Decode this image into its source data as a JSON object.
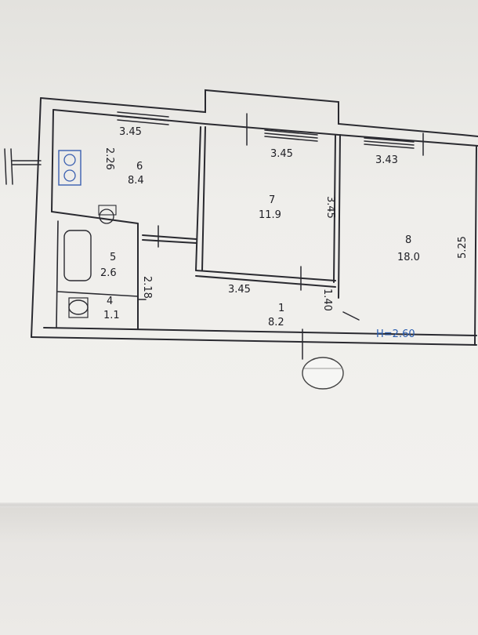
{
  "plan": {
    "rooms": [
      {
        "num": "6",
        "area": "8.4"
      },
      {
        "num": "7",
        "area": "11.9"
      },
      {
        "num": "8",
        "area": "18.0"
      },
      {
        "num": "5",
        "area": "2.6"
      },
      {
        "num": "4",
        "area": "1.1"
      },
      {
        "num": "1",
        "area": "8.2"
      }
    ],
    "dims": {
      "kitchen_w": "3.45",
      "kitchen_h": "2.26",
      "room7_w": "3.45",
      "room7_h": "3.45",
      "room8_w": "3.43",
      "room8_h": "5.25",
      "hall_w": "3.45",
      "hall_h": "1.40",
      "bath_h": "2.18"
    },
    "ceiling_height": "H=2.60"
  }
}
